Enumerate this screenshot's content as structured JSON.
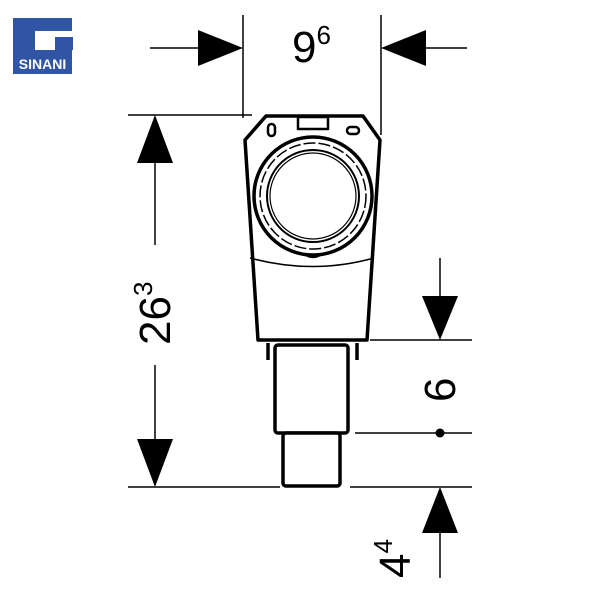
{
  "logo": {
    "text": "SINANI",
    "color": "#2f55a4"
  },
  "dimensions": {
    "width": {
      "main": "9",
      "sup": "6"
    },
    "height": {
      "main": "26",
      "sup": "3"
    },
    "outlet": {
      "main": "6"
    },
    "offset": {
      "main": "4",
      "sup": "4"
    }
  }
}
